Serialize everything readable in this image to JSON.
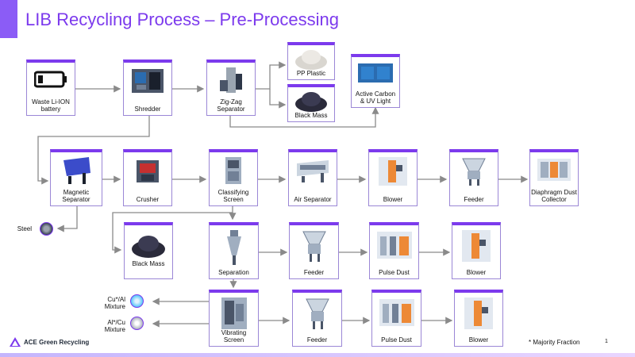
{
  "title": "LIB Recycling Process – Pre-Processing",
  "nodes": {
    "waste": {
      "label": "Waste Li-ION\nbattery"
    },
    "shredder": {
      "label": "Shredder"
    },
    "zigzag": {
      "label": "Zig-Zag\nSeparator"
    },
    "pp": {
      "label": "PP Plastic"
    },
    "blackmass1": {
      "label": "Black Mass"
    },
    "carbon": {
      "label": "Active Carbon\n& UV Light"
    },
    "magnetic": {
      "label": "Magnetic\nSeparator"
    },
    "crusher": {
      "label": "Crusher"
    },
    "classifying": {
      "label": "Classifying\nScreen"
    },
    "air": {
      "label": "Air Separator"
    },
    "blower1": {
      "label": "Blower"
    },
    "feeder1": {
      "label": "Feeder"
    },
    "diaphragm": {
      "label": "Diaphragm Dust\nCollector"
    },
    "blackmass2": {
      "label": "Black Mass"
    },
    "separation": {
      "label": "Separation"
    },
    "feeder2": {
      "label": "Feeder"
    },
    "pulse1": {
      "label": "Pulse Dust"
    },
    "blower2": {
      "label": "Blower"
    },
    "vibrating": {
      "label": "Vibrating\nScreen"
    },
    "feeder3": {
      "label": "Feeder"
    },
    "pulse2": {
      "label": "Pulse Dust"
    },
    "blower3": {
      "label": "Blower"
    }
  },
  "outputs": {
    "steel": "Steel",
    "cual": "Cu*/Al\nMixture",
    "alcu": "Al*/Cu\nMixture"
  },
  "footnote": "* Majority Fraction",
  "page_number": "1",
  "company": "ACE Green Recycling",
  "colors": {
    "accent": "#7c3aed",
    "arrow": "#8a8a8a",
    "border": "#9b87d6"
  }
}
